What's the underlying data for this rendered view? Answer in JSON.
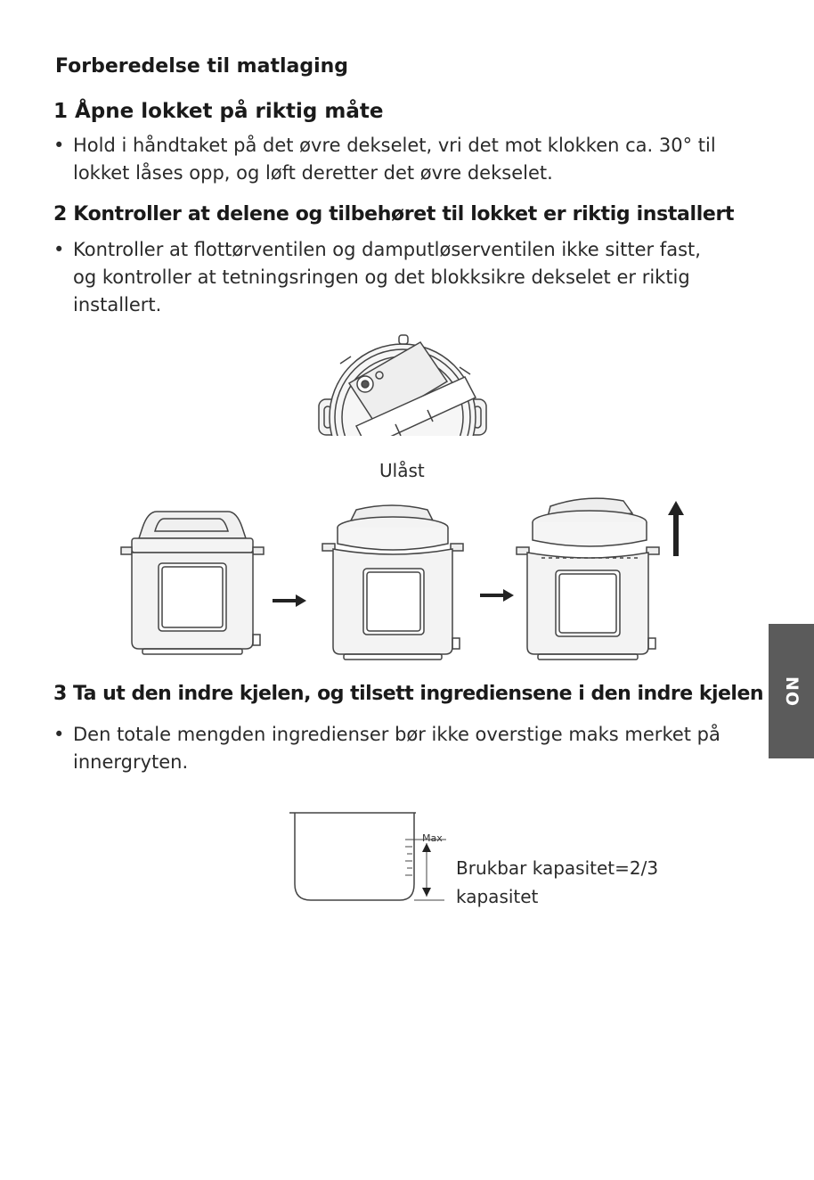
{
  "title": "Forberedelse til matlaging",
  "sections": [
    {
      "heading": "1 Åpne lokket på riktig måte",
      "bullet_lines": [
        "Hold i håndtaket på det øvre dekselet, vri det mot klokken ca. 30° til",
        "lokket låses opp, og løft deretter det øvre dekselet."
      ]
    },
    {
      "heading": "2 Kontroller at delene og tilbehøret til lokket er riktig installert",
      "bullet_lines": [
        "Kontroller at flottørventilen og damputløserventilen ikke sitter fast,",
        "og kontroller at tetningsringen og det blokksikre dekselet er riktig",
        "installert."
      ]
    },
    {
      "heading": "3 Ta ut den indre kjelen, og tilsett ingrediensene i den indre kjelen",
      "bullet_lines": [
        "Den totale mengden ingredienser bør ikke overstige maks merket på",
        "innergryten."
      ]
    }
  ],
  "figure_lid": {
    "caption": "Ulåst"
  },
  "figure_pot": {
    "max_label": "Max",
    "capacity_lines": [
      "Brukbar kapasitet=2/3",
      "kapasitet"
    ]
  },
  "language_tab": "NO",
  "colors": {
    "tab_bg": "#5b5b5b",
    "line_art": "#444444",
    "body_fill": "#f1f1f1"
  }
}
